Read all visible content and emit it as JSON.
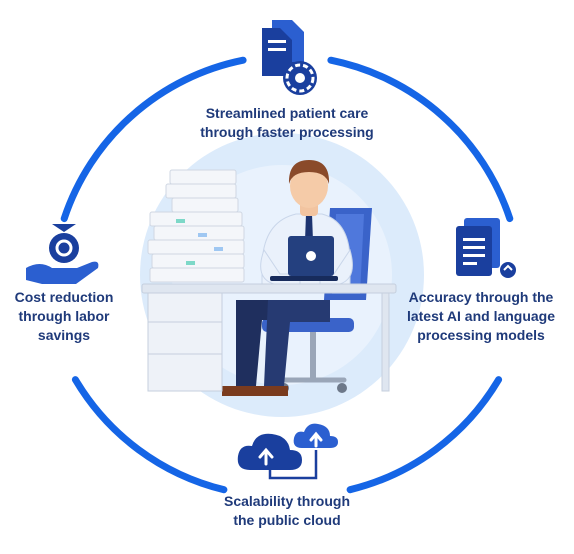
{
  "theme": {
    "accent": "#1565e6",
    "icon_dark": "#1a3f9e",
    "label": "#1f3a7a",
    "backdrop": "#dcebfb"
  },
  "benefits": {
    "top": {
      "icon": "document-gear-icon",
      "lines": [
        "Streamlined patient care",
        "through faster processing"
      ]
    },
    "left": {
      "icon": "hand-coin-icon",
      "lines": [
        "Cost reduction",
        "through labor",
        "savings"
      ]
    },
    "right": {
      "icon": "document-list-icon",
      "lines": [
        "Accuracy through the",
        "latest AI and language",
        "processing models"
      ]
    },
    "bottom": {
      "icon": "cloud-upload-icon",
      "lines": [
        "Scalability through",
        "the public cloud"
      ]
    }
  },
  "center_illustration": "office-worker-at-laptop-with-paper-stacks"
}
